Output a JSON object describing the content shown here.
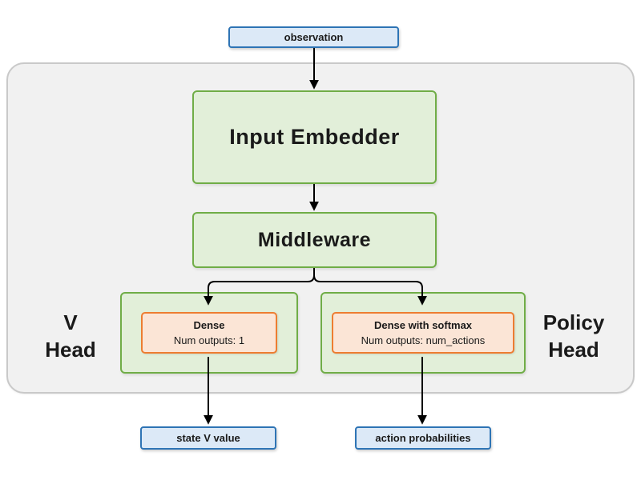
{
  "colors": {
    "blue_fill": "#dce9f7",
    "blue_border": "#2e74b5",
    "green_fill": "#e2efd9",
    "green_border": "#70ad47",
    "orange_fill": "#fbe5d6",
    "orange_border": "#ed7d31",
    "container_fill": "#f1f1f1",
    "container_border": "#c9c9c9",
    "arrow_color": "#000000",
    "text_color": "#1a1a1a"
  },
  "nodes": {
    "observation": {
      "label": "observation"
    },
    "input_embedder": {
      "label": "Input Embedder"
    },
    "middleware": {
      "label": "Middleware"
    },
    "v_head": {
      "label_line1": "V",
      "label_line2": "Head",
      "dense_title": "Dense",
      "dense_subtitle": "Num outputs: 1"
    },
    "policy_head": {
      "label_line1": "Policy",
      "label_line2": "Head",
      "dense_title": "Dense with softmax",
      "dense_subtitle": "Num outputs: num_actions"
    },
    "state_v_value": {
      "label": "state V value"
    },
    "action_probabilities": {
      "label": "action probabilities"
    }
  }
}
